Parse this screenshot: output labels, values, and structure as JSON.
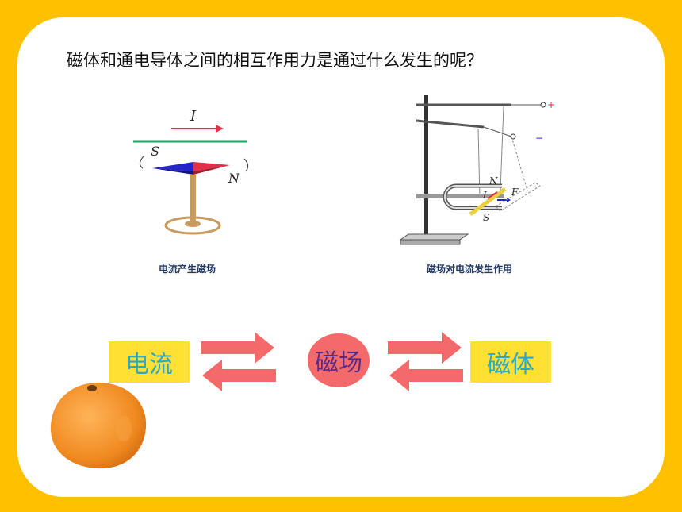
{
  "slide": {
    "title": "磁体和通电导体之间的相互作用力是通过什么发生的呢？",
    "figure_left": {
      "caption": "电流产生磁场",
      "current_label": "I",
      "south_label": "S",
      "north_label": "N"
    },
    "figure_right": {
      "caption": "磁场对电流发生作用",
      "plus_label": "+",
      "minus_label": "−",
      "north_label": "N",
      "south_label": "S",
      "current_label": "I",
      "force_label": "F"
    },
    "flow": {
      "left_box": "电流",
      "center_circle": "磁场",
      "right_box": "磁体"
    }
  },
  "colors": {
    "frame": "#ffc000",
    "arrow": "#f46a6a",
    "box": "#ffe033",
    "box_text": "#2aa8c8",
    "caption": "#1f3864"
  }
}
